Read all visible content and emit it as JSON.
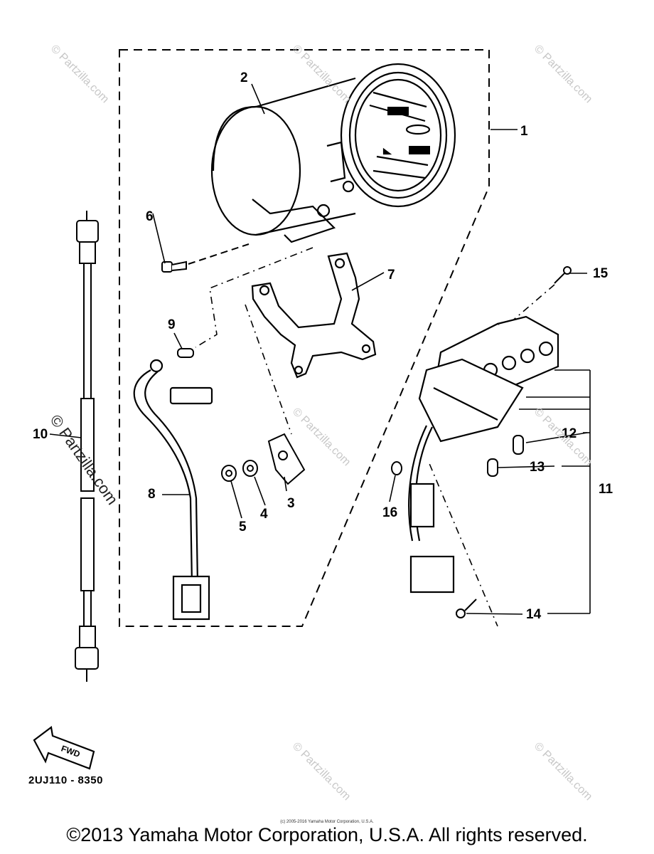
{
  "callouts": {
    "c1": "1",
    "c2": "2",
    "c3": "3",
    "c4": "4",
    "c5": "5",
    "c6": "6",
    "c7": "7",
    "c8": "8",
    "c9": "9",
    "c10": "10",
    "c11": "11",
    "c12": "12",
    "c13": "13",
    "c14": "14",
    "c15": "15",
    "c16": "16"
  },
  "arrow_label": "FWD",
  "diagram_code": "2UJ110 - 8350",
  "copyright": "©2013 Yamaha Motor Corporation, U.S.A. All rights reserved.",
  "fine_print": "(c) 2005-2016 Yamaha Motor Corporation, U.S.A.",
  "watermark": "© Partzilla.com",
  "icons": [
    "speedometer",
    "bracket",
    "indicator-light-panel",
    "speedometer-cable",
    "fwd-arrow"
  ]
}
